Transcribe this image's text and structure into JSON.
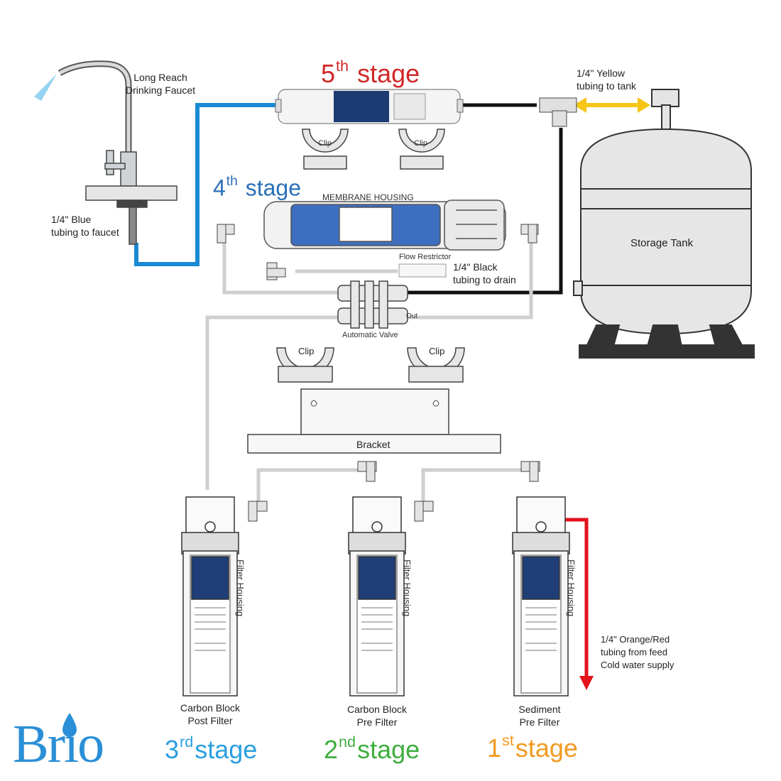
{
  "stages": {
    "fifth": {
      "num": "5",
      "sup": "th",
      "word": "stage",
      "color": "#d02828"
    },
    "fourth": {
      "num": "4",
      "sup": "th",
      "word": "stage",
      "color": "#2a70b8"
    },
    "third": {
      "num": "3",
      "sup": "rd",
      "word": "stage",
      "color": "#2a9fe0"
    },
    "second": {
      "num": "2",
      "sup": "nd",
      "word": "stage",
      "color": "#3fae3f"
    },
    "first": {
      "num": "1",
      "sup": "st",
      "word": "stage",
      "color": "#f29a1f"
    }
  },
  "labels": {
    "faucet_line1": "Long Reach",
    "faucet_line2": "Drinking Faucet",
    "blue_line1": "1/4\" Blue",
    "blue_line2": "tubing to faucet",
    "yellow_line1": "1/4\" Yellow",
    "yellow_line2": "tubing to tank",
    "membrane_housing": "MEMBRANE HOUSING",
    "flow_restrictor": "Flow Restrictor",
    "black_line1": "1/4\" Black",
    "black_line2": "tubing to drain",
    "storage_tank": "Storage Tank",
    "automatic_valve": "Automatic Valve",
    "out": "Out",
    "clip": "Clip",
    "bracket": "Bracket",
    "filter_housing": "Filter Housing",
    "post_filter_line1": "Carbon Block",
    "post_filter_line2": "Post Filter",
    "pre_filter_line1": "Carbon Block",
    "pre_filter_line2": "Pre Filter",
    "sediment_line1": "Sediment",
    "sediment_line2": "Pre Filter",
    "feed_line1": "1/4\" Orange/Red",
    "feed_line2": "tubing from feed",
    "feed_line3": "Cold water supply"
  },
  "logo": "Brio",
  "colors": {
    "blue_tube": "#1a8ad4",
    "yellow_tube": "#f5c518",
    "black_tube": "#111111",
    "grey_tube": "#c8c8c8",
    "red_tube": "#e3121b"
  }
}
